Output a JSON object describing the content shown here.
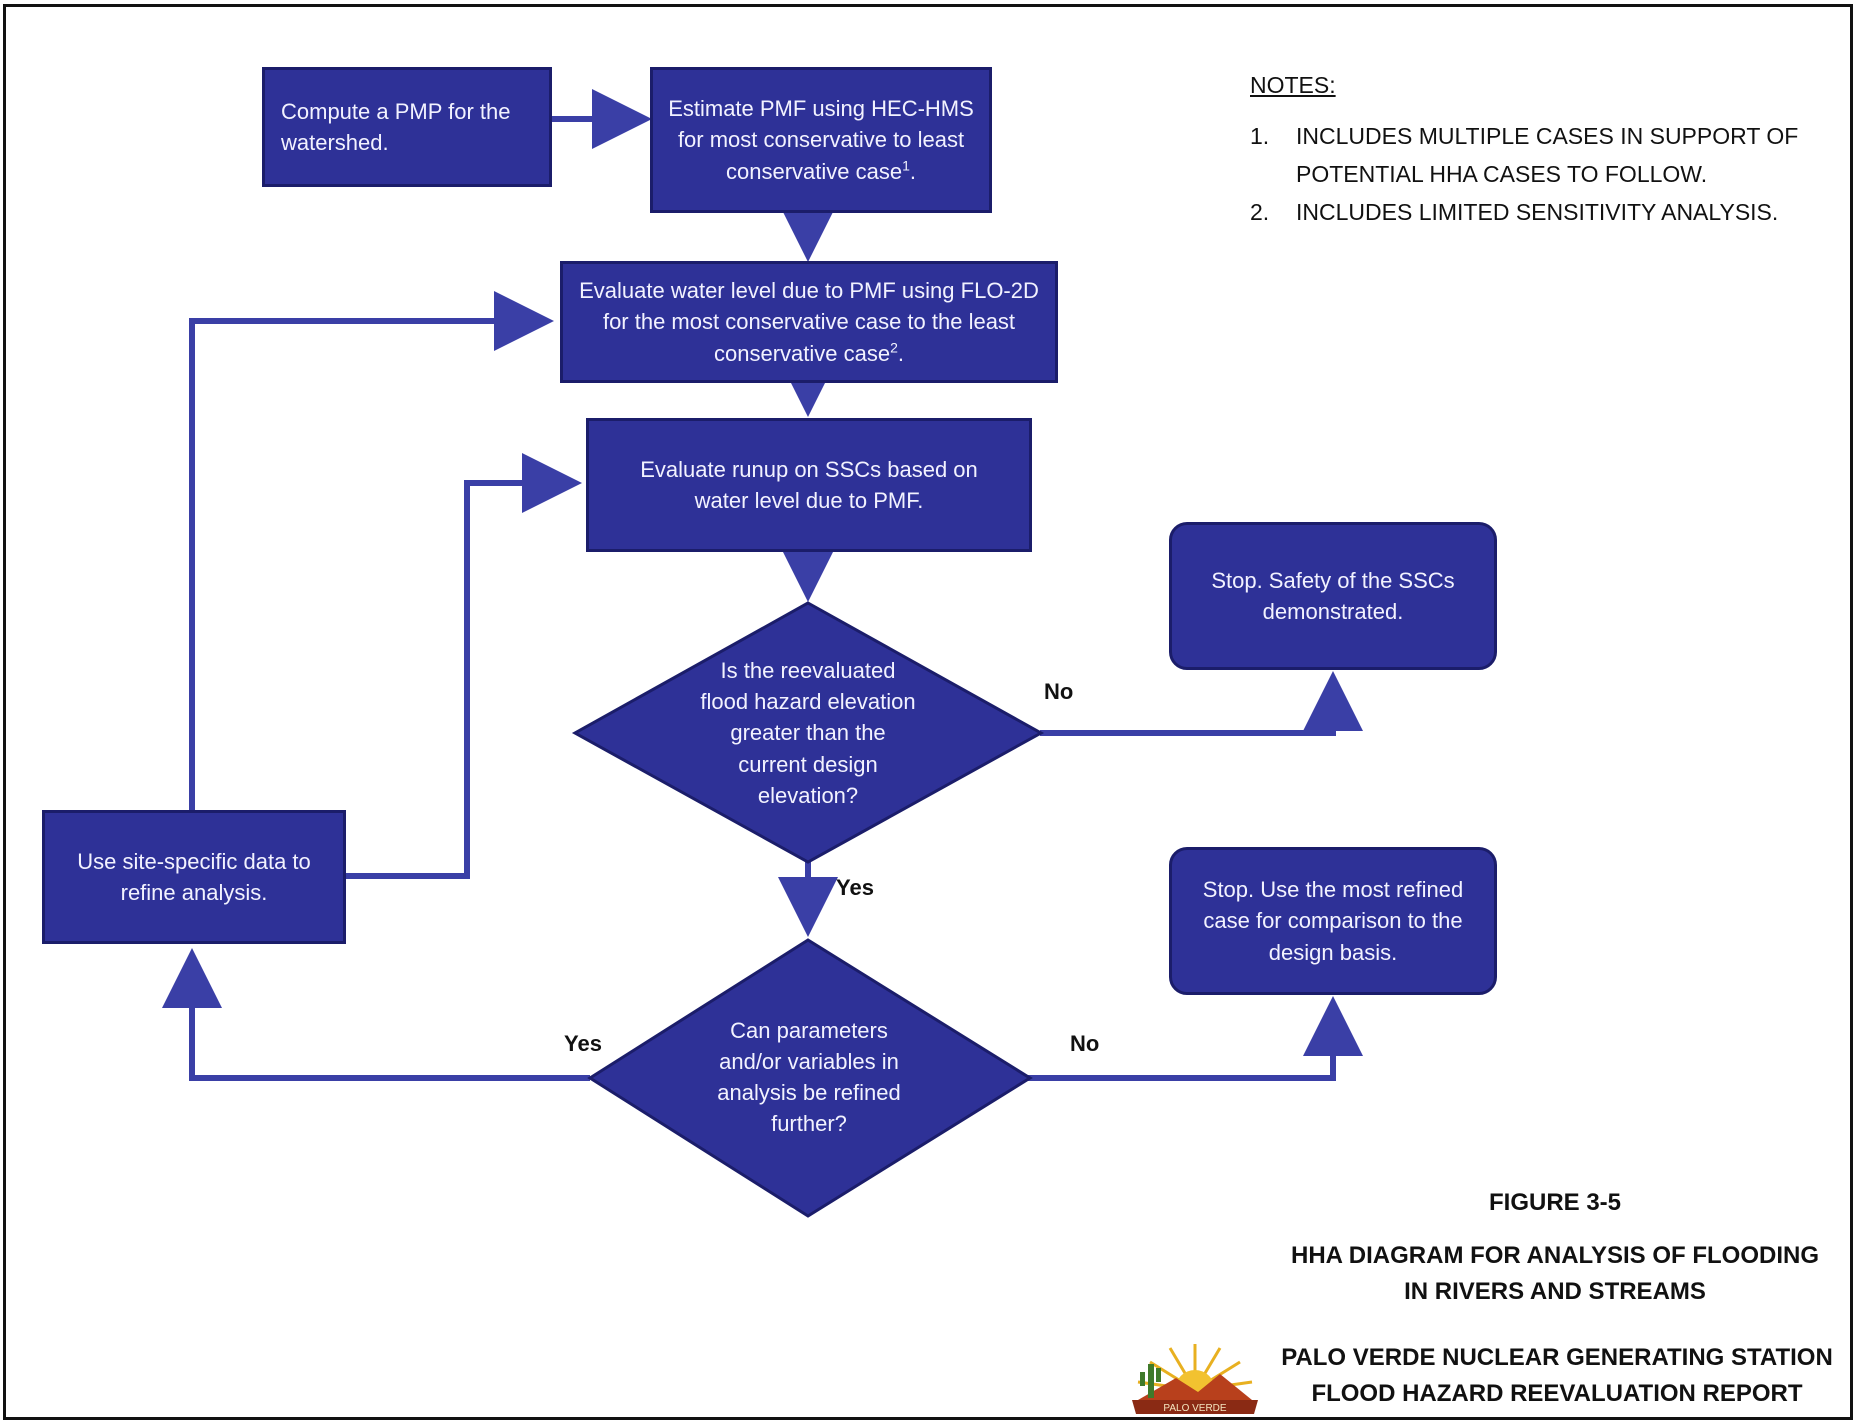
{
  "colors": {
    "box_fill": "#2e3197",
    "box_border": "#1b1d6a",
    "connector": "#3a3fa6",
    "text_on_box": "#f2f2ff"
  },
  "nodes": {
    "compute_pmp": "Compute a PMP for the watershed.",
    "estimate_pmf_prefix": "Estimate PMF using HEC-HMS for most conservative to least conservative case",
    "estimate_pmf_ref": "1",
    "estimate_pmf_suffix": ".",
    "evaluate_water_prefix": "Evaluate water level due to PMF using FLO-2D for the most conservative case to the least conservative case",
    "evaluate_water_ref": "2",
    "evaluate_water_suffix": ".",
    "evaluate_runup": "Evaluate runup on SSCs based on water level due to PMF.",
    "decision_elevation": "Is the reevaluated flood hazard elevation greater than the current design elevation?",
    "stop_safety": "Stop. Safety of the SSCs demonstrated.",
    "decision_refine": "Can parameters and/or variables in analysis be refined further?",
    "stop_refined": "Stop. Use the most refined case for comparison to the design basis.",
    "site_specific": "Use site-specific data to refine analysis."
  },
  "edge_labels": {
    "elevation_no": "No",
    "elevation_yes": "Yes",
    "refine_yes": "Yes",
    "refine_no": "No"
  },
  "notes": {
    "heading": "NOTES:",
    "items": [
      {
        "num": "1.",
        "text": "INCLUDES MULTIPLE CASES IN SUPPORT OF POTENTIAL HHA CASES TO FOLLOW."
      },
      {
        "num": "2.",
        "text": "INCLUDES LIMITED SENSITIVITY ANALYSIS."
      }
    ]
  },
  "caption": {
    "figure": "FIGURE 3-5",
    "title_line1": "HHA DIAGRAM FOR ANALYSIS OF FLOODING",
    "title_line2": "IN RIVERS AND STREAMS",
    "station_line1": "PALO VERDE NUCLEAR GENERATING STATION",
    "station_line2": "FLOOD HAZARD REEVALUATION REPORT"
  },
  "logo": {
    "text": "PALO VERDE",
    "icon": "palo-verde-logo"
  }
}
